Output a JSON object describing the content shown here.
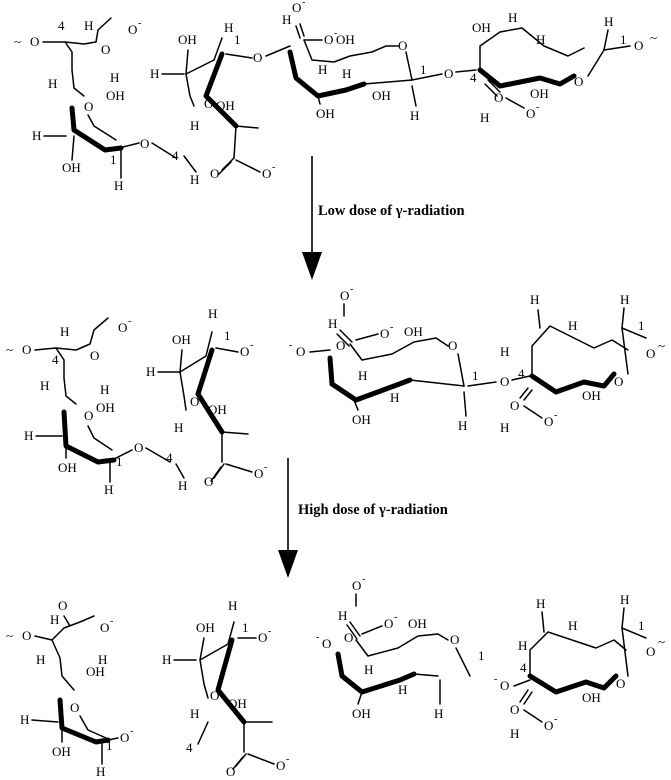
{
  "steps": {
    "low_dose_label": "Low dose of γ-radiation",
    "high_dose_label": "High dose of γ-radiation"
  },
  "atom_labels": {
    "H": "H",
    "OH": "OH",
    "O": "O",
    "O_minus": "O",
    "minus": "-",
    "wave": "~",
    "c1": "1",
    "c4": "4"
  }
}
